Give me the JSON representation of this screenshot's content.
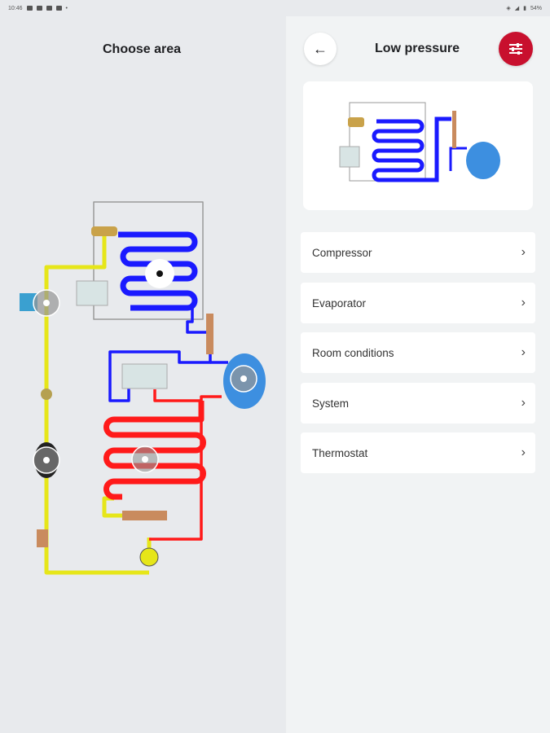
{
  "status_bar": {
    "time": "10:46",
    "battery": "54%"
  },
  "left_panel": {
    "title": "Choose area"
  },
  "right_panel": {
    "title": "Low pressure",
    "back_icon": "arrow-left-icon",
    "filter_icon": "tune-icon",
    "items": [
      {
        "label": "Compressor"
      },
      {
        "label": "Evaporator"
      },
      {
        "label": "Room conditions"
      },
      {
        "label": "System"
      },
      {
        "label": "Thermostat"
      }
    ]
  },
  "colors": {
    "accent": "#c8102e",
    "low_pressure": "#1a1aff",
    "high_pressure": "#ff1a1a",
    "liquid": "#e6e619"
  }
}
